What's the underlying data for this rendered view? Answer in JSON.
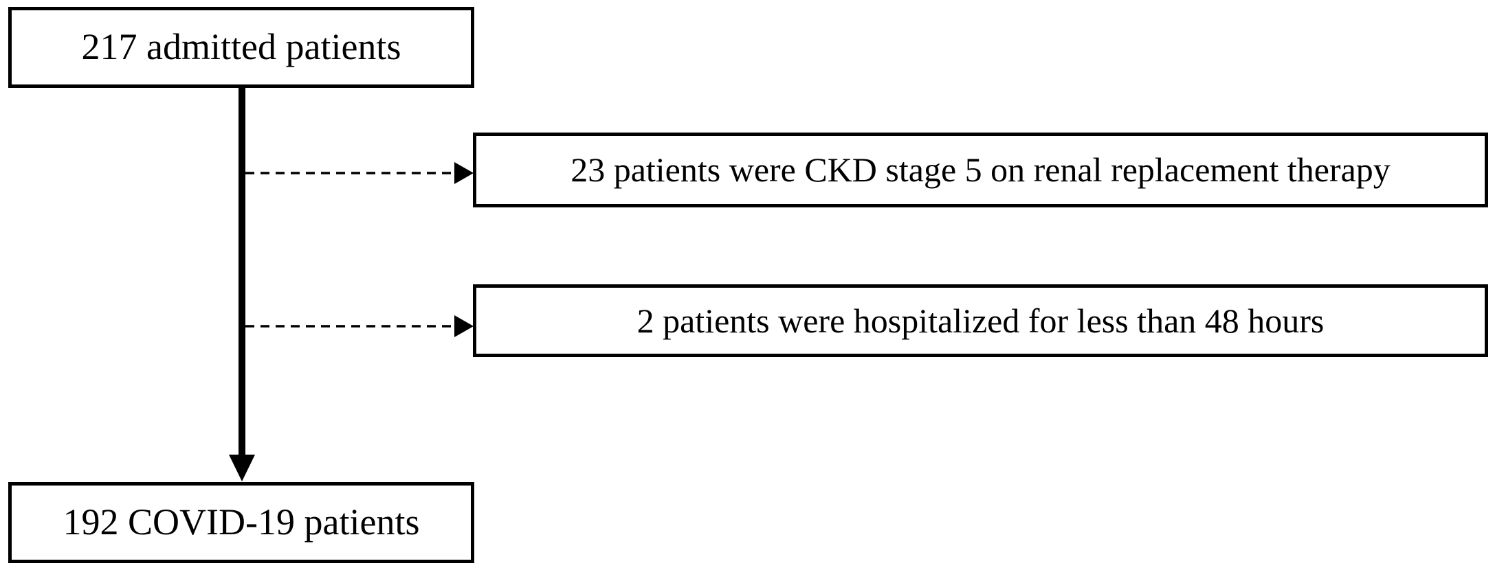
{
  "colors": {
    "background": "#ffffff",
    "line": "#000000",
    "box_border": "#000000",
    "box_fill": "#ffffff",
    "text": "#000000"
  },
  "flowchart": {
    "nodes": [
      {
        "id": "admitted",
        "label": "217 admitted patients"
      },
      {
        "id": "excluded_ckd",
        "label": "23 patients were CKD stage 5 on renal replacement therapy"
      },
      {
        "id": "excluded_short_stay",
        "label": "2 patients were hospitalized for less than 48 hours"
      },
      {
        "id": "covid_patients",
        "label": "192 COVID-19 patients"
      }
    ],
    "edges": [
      {
        "from": "admitted",
        "to": "covid_patients",
        "style": "solid",
        "direction": "down"
      },
      {
        "from": "admitted",
        "to": "excluded_ckd",
        "style": "dashed",
        "direction": "right"
      },
      {
        "from": "admitted",
        "to": "excluded_short_stay",
        "style": "dashed",
        "direction": "right"
      }
    ]
  }
}
